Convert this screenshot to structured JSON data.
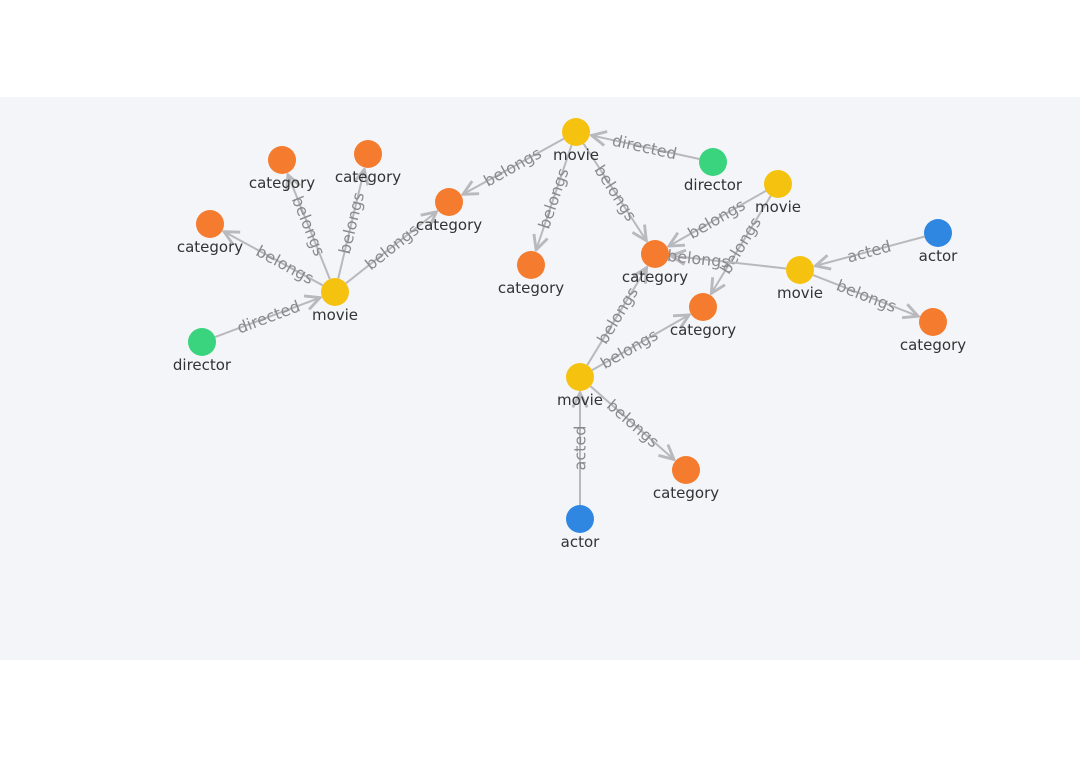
{
  "colors": {
    "movie": "#f5c30f",
    "category": "#f57b2e",
    "director": "#3ad47f",
    "actor": "#2f87e2",
    "edge": "#b9b9bd"
  },
  "nodes": [
    {
      "id": "m1",
      "type": "movie",
      "label": "movie"
    },
    {
      "id": "c1",
      "type": "category",
      "label": "category"
    },
    {
      "id": "c2",
      "type": "category",
      "label": "category"
    },
    {
      "id": "c3",
      "type": "category",
      "label": "category"
    },
    {
      "id": "c4",
      "type": "category",
      "label": "category"
    },
    {
      "id": "d1",
      "type": "director",
      "label": "director"
    },
    {
      "id": "m2",
      "type": "movie",
      "label": "movie"
    },
    {
      "id": "d2",
      "type": "director",
      "label": "director"
    },
    {
      "id": "c5",
      "type": "category",
      "label": "category"
    },
    {
      "id": "c6",
      "type": "category",
      "label": "category"
    },
    {
      "id": "m3",
      "type": "movie",
      "label": "movie"
    },
    {
      "id": "c7",
      "type": "category",
      "label": "category"
    },
    {
      "id": "m4",
      "type": "movie",
      "label": "movie"
    },
    {
      "id": "a1",
      "type": "actor",
      "label": "actor"
    },
    {
      "id": "c8",
      "type": "category",
      "label": "category"
    },
    {
      "id": "m5",
      "type": "movie",
      "label": "movie"
    },
    {
      "id": "c9",
      "type": "category",
      "label": "category"
    },
    {
      "id": "a2",
      "type": "actor",
      "label": "actor"
    }
  ],
  "edges": [
    {
      "source": "m1",
      "target": "c1",
      "label": "belongs"
    },
    {
      "source": "m1",
      "target": "c2",
      "label": "belongs"
    },
    {
      "source": "m1",
      "target": "c3",
      "label": "belongs"
    },
    {
      "source": "m1",
      "target": "c4",
      "label": "belongs"
    },
    {
      "source": "d1",
      "target": "m1",
      "label": "directed"
    },
    {
      "source": "m2",
      "target": "c4",
      "label": "belongs"
    },
    {
      "source": "d2",
      "target": "m2",
      "label": "directed"
    },
    {
      "source": "m2",
      "target": "c5",
      "label": "belongs"
    },
    {
      "source": "m2",
      "target": "c6",
      "label": "belongs"
    },
    {
      "source": "m3",
      "target": "c6",
      "label": "belongs"
    },
    {
      "source": "m3",
      "target": "c7",
      "label": "belongs"
    },
    {
      "source": "m4",
      "target": "c6",
      "label": "belongs"
    },
    {
      "source": "a1",
      "target": "m4",
      "label": "acted"
    },
    {
      "source": "m4",
      "target": "c8",
      "label": "belongs"
    },
    {
      "source": "m5",
      "target": "c6",
      "label": "belongs"
    },
    {
      "source": "m5",
      "target": "c7",
      "label": "belongs"
    },
    {
      "source": "m5",
      "target": "c9",
      "label": "belongs"
    },
    {
      "source": "a2",
      "target": "m5",
      "label": "acted"
    }
  ]
}
